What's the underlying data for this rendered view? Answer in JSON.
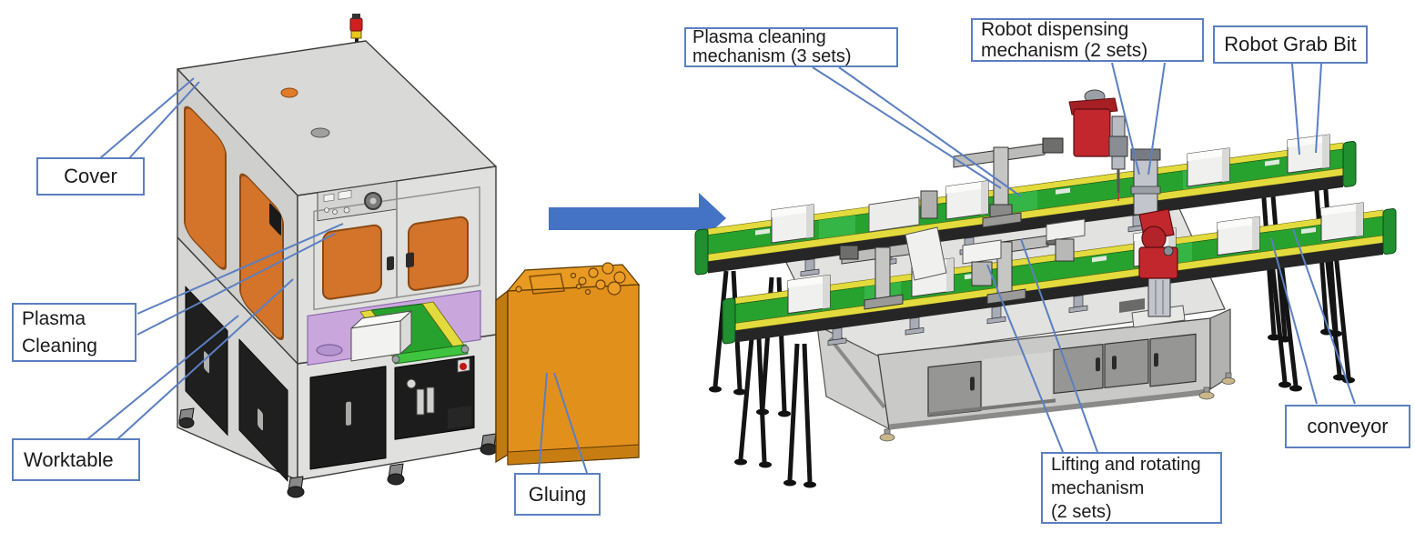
{
  "figure": {
    "type": "annotated-machine-diagram",
    "description_left": "assembly machine overview with enclosure",
    "description_right": "internal mechanism layout view",
    "arrow_color": "#4472c4",
    "label_border_color": "#5b7fc0",
    "label_text_color": "#1a1a1a"
  },
  "left_machine": {
    "labels": {
      "cover": "Cover",
      "plasma_cleaning": "Plasma\nCleaning",
      "worktable": "Worktable",
      "gluing": "Gluing"
    },
    "colors": {
      "enclosure_gray": "#d9d9d7",
      "window_orange": "#d4732a",
      "base_door_black": "#1c1c1c",
      "worktable_purple": "#c9a7dd",
      "gluing_cabinet_orange": "#e2901c",
      "signal_lamp_red": "#cf1f1f",
      "signal_lamp_yellow": "#e8c81e"
    }
  },
  "right_machine": {
    "labels": {
      "plasma_mechanism": "Plasma cleaning\nmechanism (3 sets)",
      "robot_dispensing": "Robot dispensing\nmechanism (2 sets)",
      "robot_grab_bit": "Robot Grab Bit",
      "lifting_rotating": "Lifting and rotating\nmechanism\n(2 sets)",
      "conveyor": "conveyor"
    },
    "colors": {
      "table_gray": "#e2e2e0",
      "cabinet_gray": "#c9c9c7",
      "belt_green": "#28a22e",
      "rail_yellow": "#e3db3d",
      "frame_black": "#262626",
      "robot_red": "#c1272d",
      "carrier_white": "#f0f0ee"
    }
  }
}
